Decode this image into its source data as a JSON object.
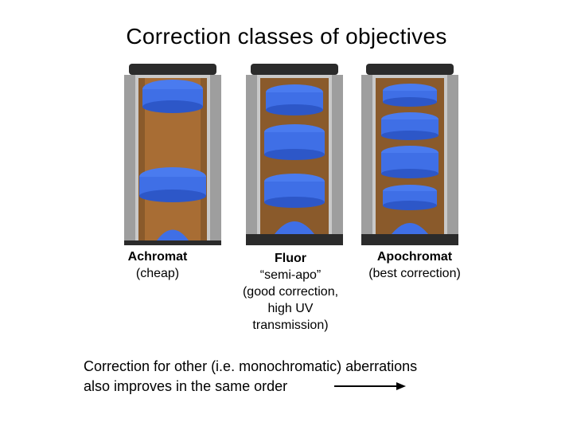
{
  "title": "Correction  classes of objectives",
  "objectives": [
    {
      "name": "Achromat",
      "desc": "(cheap)"
    },
    {
      "name": "Fluor",
      "desc": "“semi-apo”\n(good correction,\nhigh UV\ntransmission)"
    },
    {
      "name": "Apochromat",
      "desc": "(best correction)"
    }
  ],
  "footer": {
    "line1": "Correction for other (i.e. monochromatic) aberrations",
    "line2": "also improves in the same order"
  },
  "colors": {
    "lens": "#3f6fe6",
    "housing": "#8a5a2b",
    "metal": "#bdbdbd"
  }
}
